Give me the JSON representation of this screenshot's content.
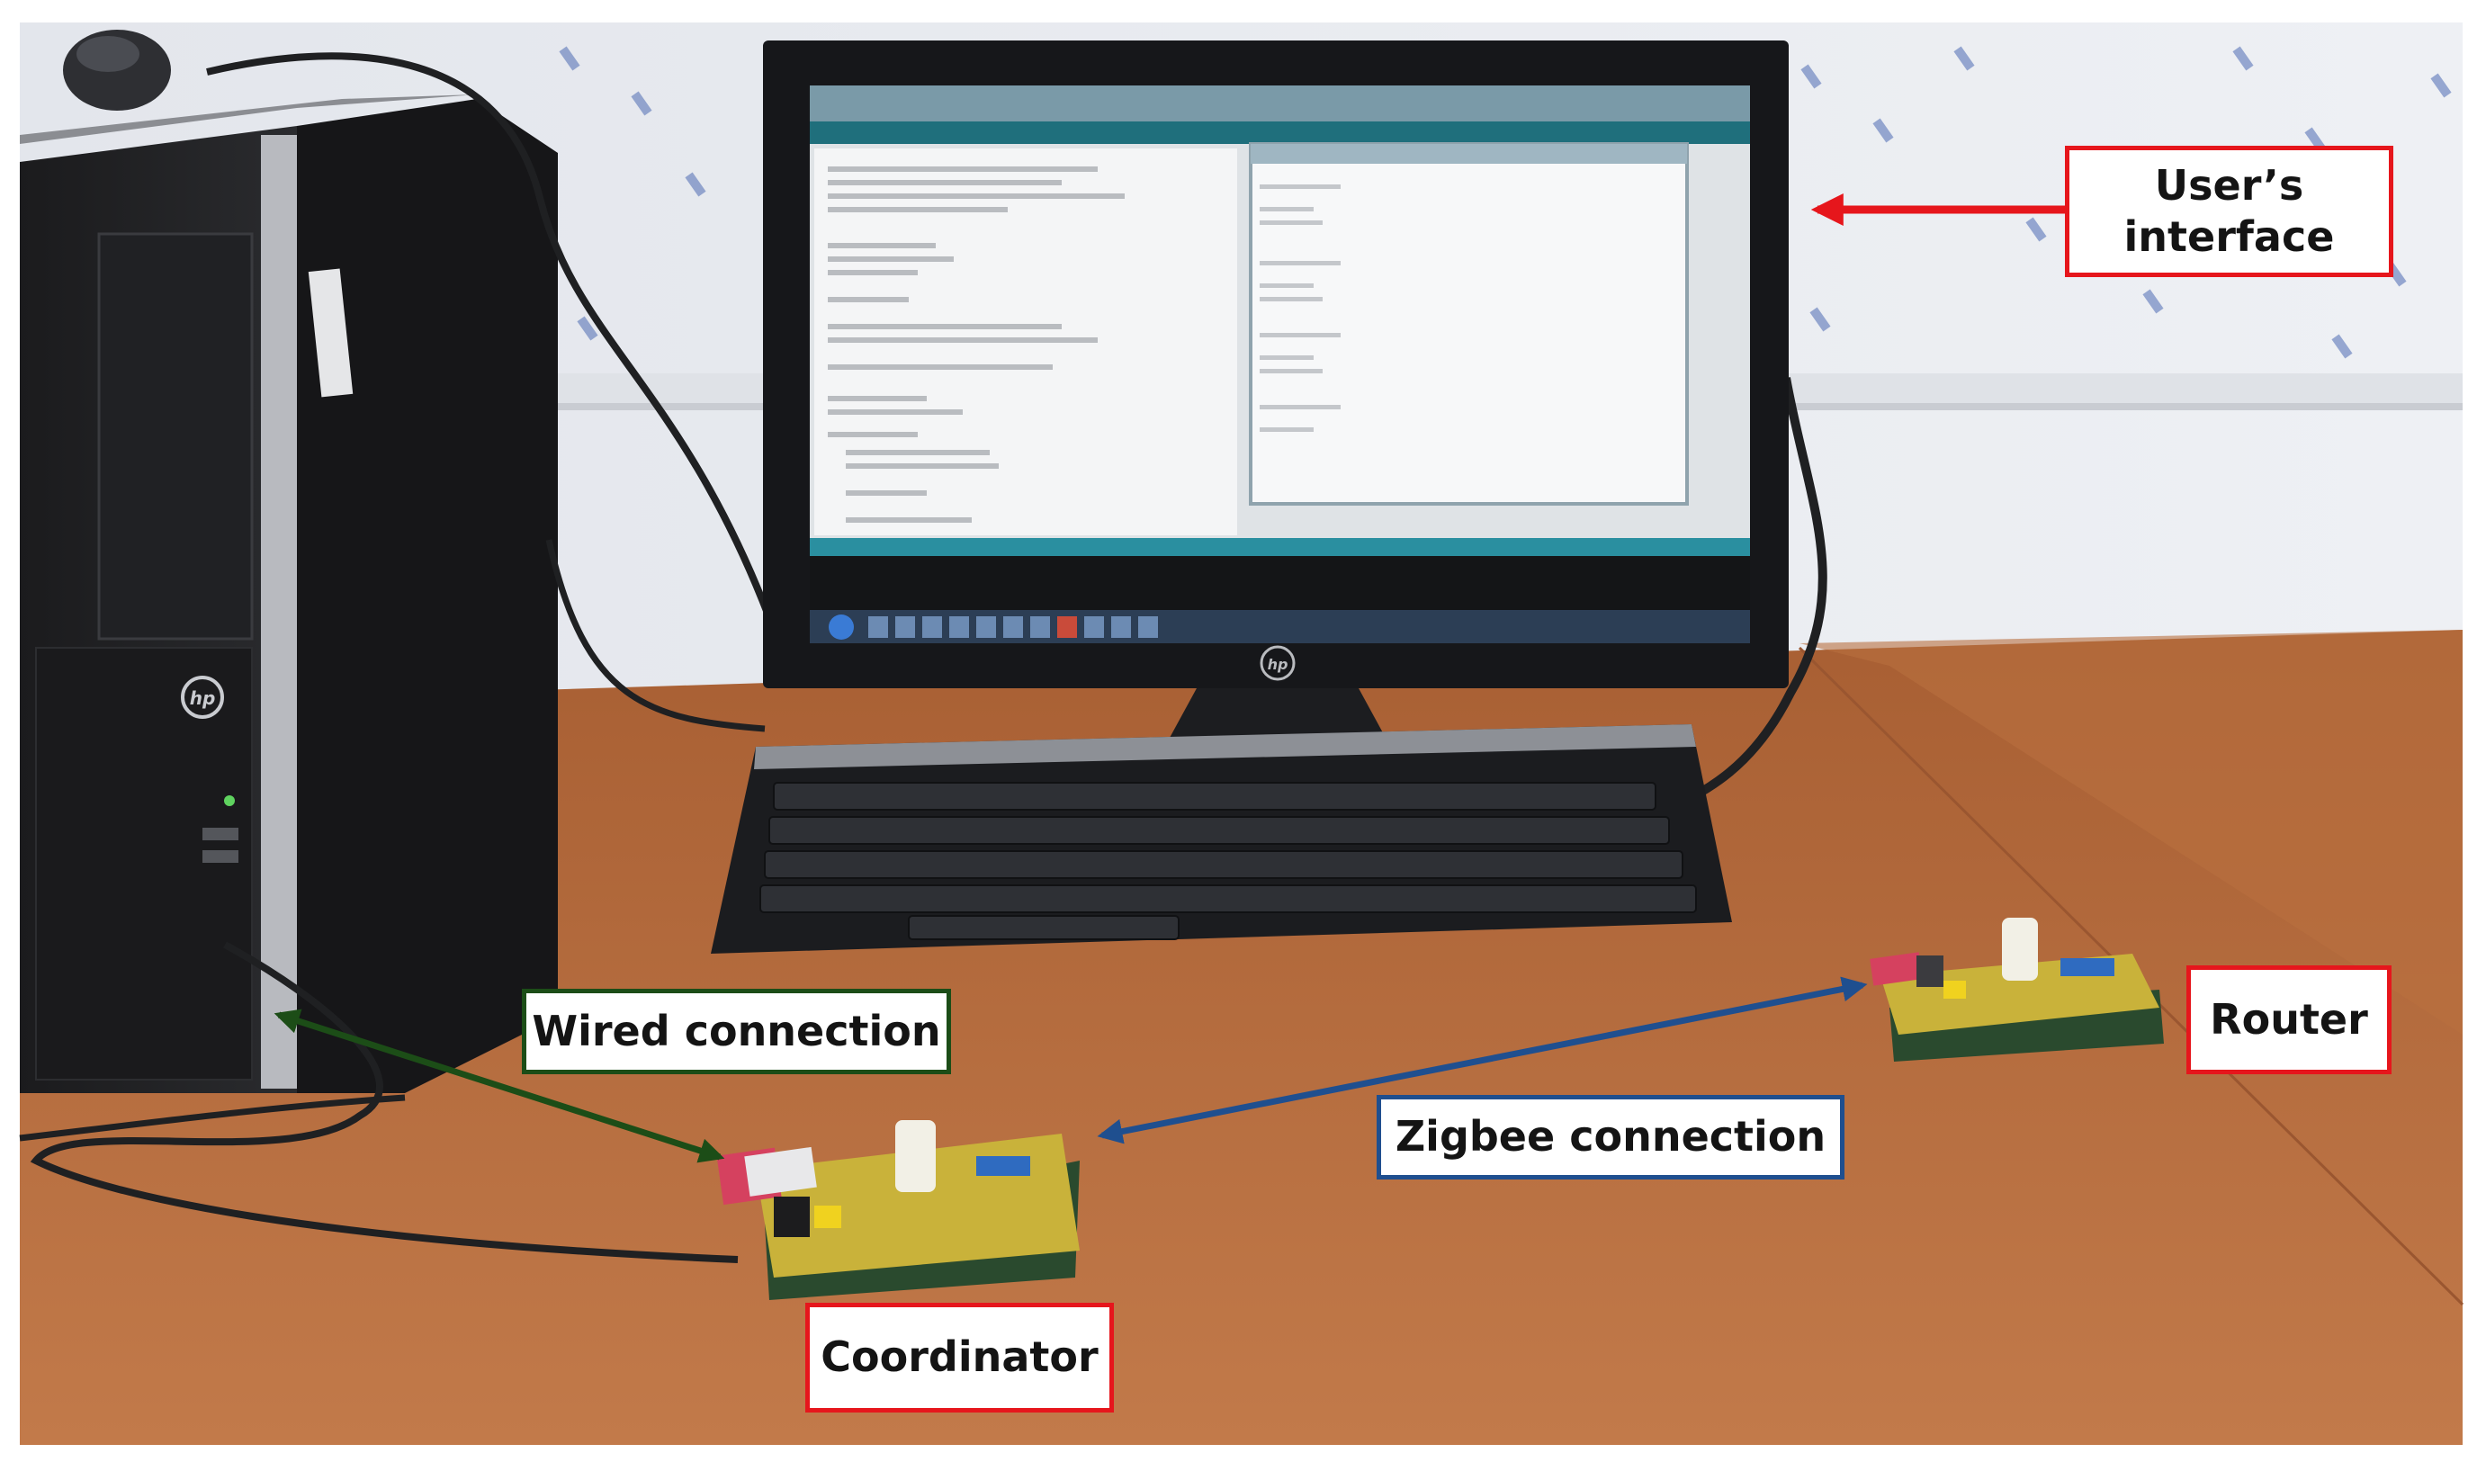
{
  "labels": {
    "users_interface_line1": "User’s",
    "users_interface_line2": "interface",
    "wired_connection": "Wired connection",
    "zigbee_connection": "Zigbee connection",
    "router": "Router",
    "coordinator": "Coordinator"
  },
  "colors": {
    "red_label": "#e6161c",
    "green_label": "#1c4d17",
    "blue_label": "#1f4f8f",
    "desk": "#b5693a",
    "wall": "#e9ecf2",
    "pcb": "#c9b23a"
  },
  "icons": [
    "hp-logo-icon",
    "windows-start-icon"
  ]
}
